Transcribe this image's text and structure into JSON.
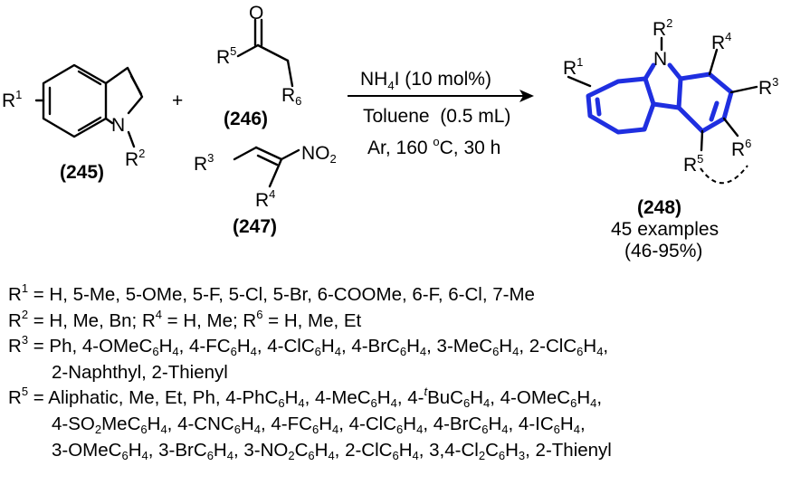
{
  "reactants": {
    "indole": {
      "compound": "(245)",
      "r1": "R",
      "r1_sup": "1",
      "n": "N",
      "r2": "R",
      "r2_sup": "2"
    },
    "plus": "+",
    "ketone": {
      "compound": "(246)",
      "o": "O",
      "r5": "R",
      "r5_sup": "5",
      "r6": "R",
      "r6_sub": "6"
    },
    "nitroalkene": {
      "compound": "(247)",
      "r3": "R",
      "r3_sup": "3",
      "no2": "NO",
      "no2_sub": "2",
      "r4": "R",
      "r4_sup": "4"
    }
  },
  "conditions": {
    "line1": {
      "a": "NH",
      "a_sub": "4",
      "b": "I (10 mol%)"
    },
    "line2": "Toluene  (0.5 mL)",
    "line3": {
      "a": "Ar, 160 ",
      "sup": "o",
      "b": "C, 30 h"
    }
  },
  "product": {
    "compound": "(248)",
    "examples": "45 examples",
    "yield": "(46-95%)",
    "n": "N",
    "r1": "R",
    "r1_sup": "1",
    "r2": "R",
    "r2_sup": "2",
    "r3": "R",
    "r3_sup": "3",
    "r4": "R",
    "r4_sup": "4",
    "r5": "R",
    "r5_sup": "5",
    "r6": "R",
    "r6_sup": "6"
  },
  "substituents": {
    "l1": {
      "r": "R",
      "sup": "1",
      "text": " = H, 5-Me, 5-OMe, 5-F, 5-Cl, 5-Br, 6-COOMe, 6-F, 6-Cl, 7-Me"
    },
    "l2": {
      "r": "R",
      "sup": "2",
      "t1": " = H, Me, Bn; R",
      "sup2": "4",
      "t2": " = H, Me; R",
      "sup3": "6",
      "t3": " = H, Me, Et"
    },
    "l3": {
      "r": "R",
      "sup": "3",
      "t1": " = Ph, 4-OMeC",
      "s1": "6",
      "t2": "H",
      "s2": "4",
      "t3": ", 4-FC",
      "s3": "6",
      "t4": "H",
      "s4": "4",
      "t5": ", 4-ClC",
      "s5": "6",
      "t6": "H",
      "s6": "4",
      "t7": ", 4-BrC",
      "s7": "6",
      "t8": "H",
      "s8": "4",
      "t9": ", 3-MeC",
      "s9": "6",
      "t10": "H",
      "s10": "4",
      "t11": ", 2-ClC",
      "s11": "6",
      "t12": "H",
      "s12": "4",
      "t13": ","
    },
    "l4": {
      "text": "2-Naphthyl, 2-Thienyl"
    },
    "l5": {
      "r": "R",
      "sup": "5",
      "t1": " = Aliphatic, Me, Et, Ph, 4-PhC",
      "s1": "6",
      "t2": "H",
      "s2": "4",
      "t3": ", 4-MeC",
      "s3": "6",
      "t4": "H",
      "s4": "4",
      "t5": ", 4-",
      "sup_t": "t",
      "t6": "BuC",
      "s5": "6",
      "t7": "H",
      "s6": "4",
      "t8": ", 4-OMeC",
      "s7": "6",
      "t9": "H",
      "s8": "4",
      "t10": ","
    },
    "l6": {
      "t1": "4-SO",
      "s1": "2",
      "t2": "MeC",
      "s2": "6",
      "t3": "H",
      "s3": "4",
      "t4": ", 4-CNC",
      "s4": "6",
      "t5": "H",
      "s5": "4",
      "t6": ", 4-FC",
      "s6": "6",
      "t7": "H",
      "s7": "4",
      "t8": ", 4-ClC",
      "s8": "6",
      "t9": "H",
      "s9": "4",
      "t10": ", 4-BrC",
      "s10": "6",
      "t11": "H",
      "s11": "4",
      "t12": ", 4-IC",
      "s12": "6",
      "t13": "H",
      "s13": "4",
      "t14": ","
    },
    "l7": {
      "t1": "3-OMeC",
      "s1": "6",
      "t2": "H",
      "s2": "4",
      "t3": ", 3-BrC",
      "s3": "6",
      "t4": "H",
      "s4": "4",
      "t5": ", 3-NO",
      "s5": "2",
      "t6": "C",
      "s6": "6",
      "t7": "H",
      "s7": "4",
      "t8": ", 2-ClC",
      "s8": "6",
      "t9": "H",
      "s9": "4",
      "t10": ", 3,4-Cl",
      "s10": "2",
      "t11": "C",
      "s11": "6",
      "t12": "H",
      "s12": "3",
      "t13": ", 2-Thienyl"
    }
  },
  "colors": {
    "highlight_bond": "#1f2fe0",
    "ink": "#000000"
  }
}
